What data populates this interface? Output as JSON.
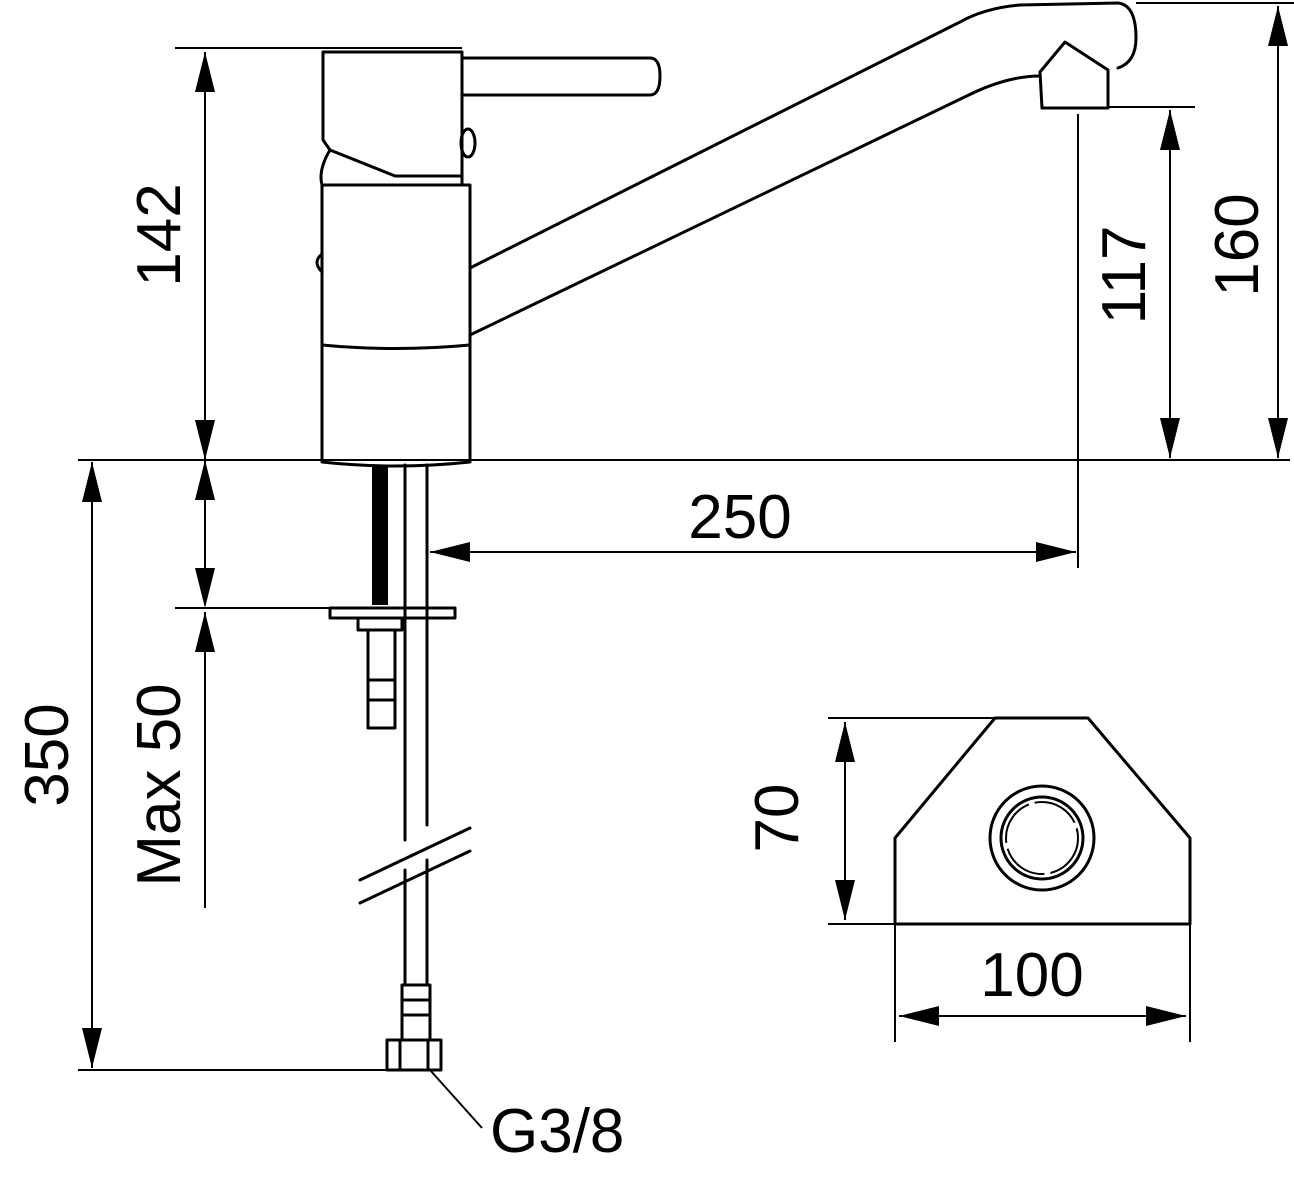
{
  "dimensions": {
    "handle_height": "142",
    "spout_outlet_height": "117",
    "total_height": "160",
    "spout_reach": "250",
    "hose_length": "350",
    "max_counter_thickness": "Max 50",
    "base_depth": "70",
    "base_width": "100",
    "connection_thread": "G3/8"
  },
  "colors": {
    "line": "#000000",
    "background": "#ffffff"
  }
}
